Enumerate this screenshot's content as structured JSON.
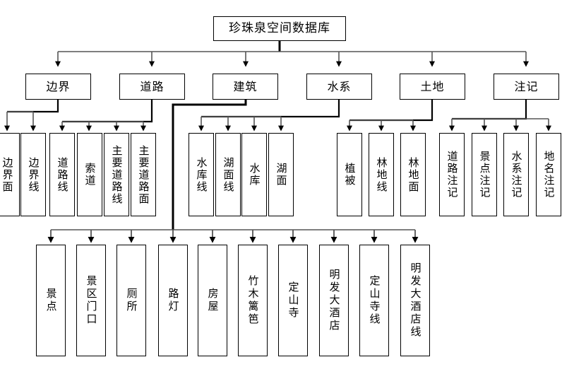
{
  "diagram": {
    "title": "珍珠泉空间数据库",
    "type": "tree",
    "root": {
      "label": "珍珠泉空间数据库"
    },
    "categories": [
      {
        "label": "边界"
      },
      {
        "label": "道路"
      },
      {
        "label": "建筑"
      },
      {
        "label": "水系"
      },
      {
        "label": "土地"
      },
      {
        "label": "注记"
      }
    ],
    "boundary_children": [
      {
        "label": "边界面"
      },
      {
        "label": "边界线"
      }
    ],
    "road_children": [
      {
        "label": "道路线"
      },
      {
        "label": "索道"
      },
      {
        "label": "主要道路线"
      },
      {
        "label": "主要道路面"
      }
    ],
    "water_children": [
      {
        "label": "水库线"
      },
      {
        "label": "湖面线"
      },
      {
        "label": "水库"
      },
      {
        "label": "湖面"
      }
    ],
    "land_children": [
      {
        "label": "植被"
      },
      {
        "label": "林地线"
      },
      {
        "label": "林地面"
      }
    ],
    "annotation_children": [
      {
        "label": "道路注记"
      },
      {
        "label": "景点注记"
      },
      {
        "label": "水系注记"
      },
      {
        "label": "地名注记"
      }
    ],
    "building_children": [
      {
        "label": "景点"
      },
      {
        "label": "景区门口"
      },
      {
        "label": "厕所"
      },
      {
        "label": "路灯"
      },
      {
        "label": "房屋"
      },
      {
        "label": "竹木篱笆"
      },
      {
        "label": "定山寺"
      },
      {
        "label": "明发大酒店"
      },
      {
        "label": "定山寺线"
      },
      {
        "label": "明发大酒店线"
      }
    ],
    "colors": {
      "line": "#000000",
      "bus": "#555555",
      "box_border": "#000000",
      "background": "#ffffff"
    }
  }
}
